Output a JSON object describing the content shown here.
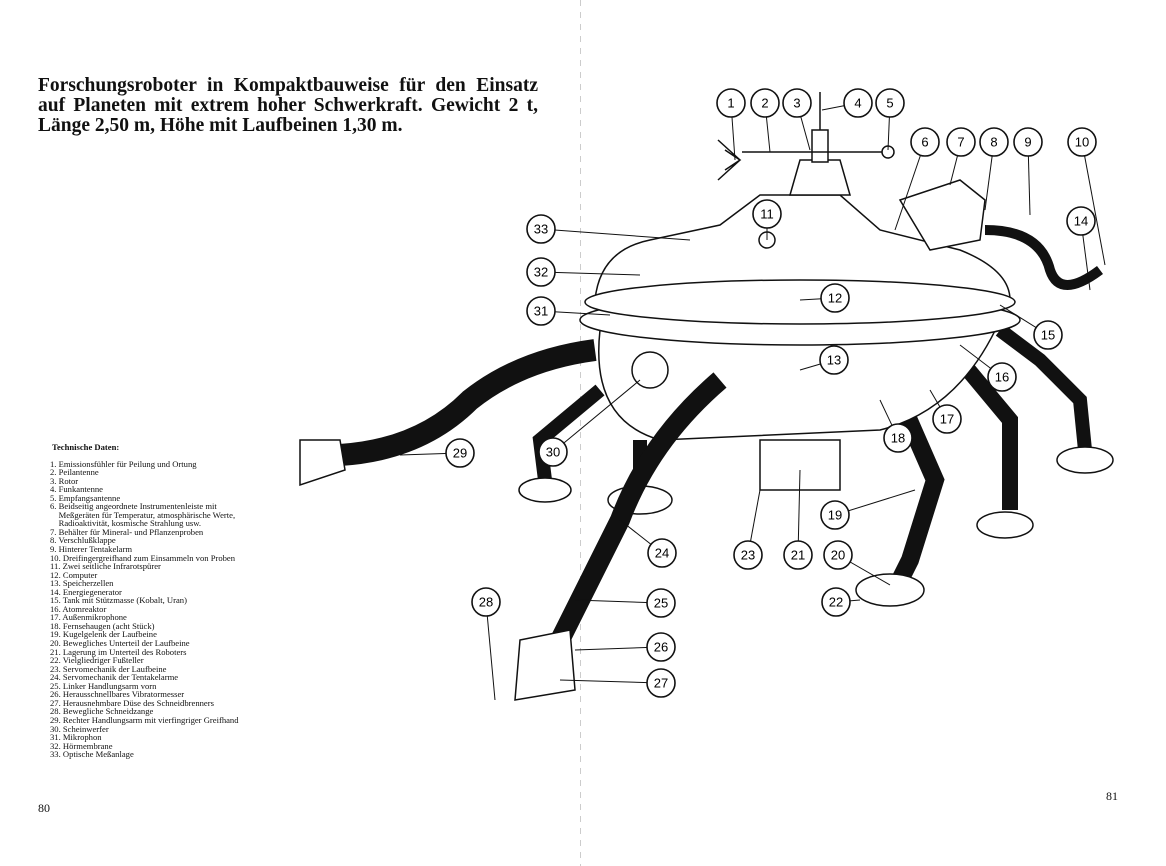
{
  "title": "Forschungsroboter in Kompaktbauweise für den Einsatz auf Planeten mit extrem hoher Schwerkraft. Gewicht 2 t, Länge 2,50 m, Höhe mit Laufbeinen 1,30 m.",
  "technical_data": {
    "heading": "Technische Daten:",
    "items": [
      "1. Emissionsfühler für Peilung und Ortung",
      "2. Peilantenne",
      "3. Rotor",
      "4. Funkantenne",
      "5. Empfangsantenne",
      "6. Beidseitig angeordnete Instrumentenleiste mit\n    Meßgeräten für Temperatur, atmosphärische Werte,\n    Radioaktivität, kosmische Strahlung usw.",
      "7. Behälter für Mineral- und Pflanzenproben",
      "8. Verschlußklappe",
      "9. Hinterer Tentakelarm",
      "10. Dreifingergreifhand zum Einsammeln von Proben",
      "11. Zwei seitliche Infrarotspürer",
      "12. Computer",
      "13. Speicherzellen",
      "14. Energiegenerator",
      "15. Tank mit Stützmasse (Kobalt, Uran)",
      "16. Atomreaktor",
      "17. Außenmikrophone",
      "18. Fernsehaugen (acht Stück)",
      "19. Kugelgelenk der Laufbeine",
      "20. Bewegliches Unterteil der Laufbeine",
      "21. Lagerung im Unterteil des Roboters",
      "22. Vielgliedriger Fußteller",
      "23. Servomechanik der Laufbeine",
      "24. Servomechanik der Tentakelarme",
      "25. Linker Handlungsarm vorn",
      "26. Herausschnellbares Vibratormesser",
      "27. Herausnehmbare Düse des Schneidbrenners",
      "28. Bewegliche Schneidzange",
      "29. Rechter Handlungsarm mit vierfingriger Greifhand",
      "30. Scheinwerfer",
      "31. Mikrophon",
      "32. Hörmembrane",
      "33. Optische Meßanlage"
    ]
  },
  "callouts": [
    "1",
    "2",
    "3",
    "4",
    "5",
    "6",
    "7",
    "8",
    "9",
    "10",
    "11",
    "12",
    "13",
    "14",
    "15",
    "16",
    "17",
    "18",
    "19",
    "20",
    "21",
    "22",
    "23",
    "24",
    "25",
    "26",
    "27",
    "28",
    "29",
    "30",
    "31",
    "32",
    "33"
  ],
  "page_left": "80",
  "page_right": "81"
}
